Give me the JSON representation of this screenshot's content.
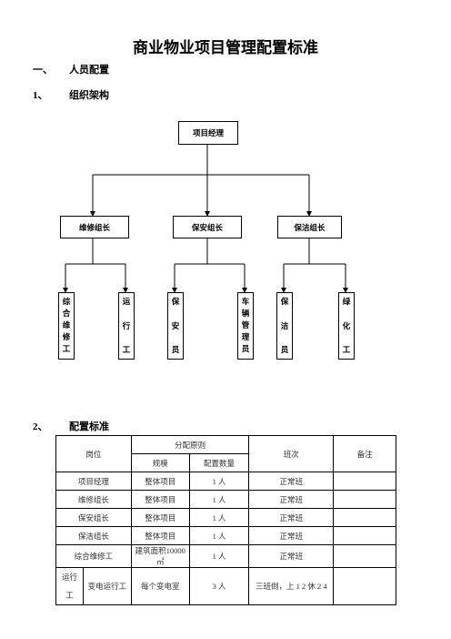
{
  "title": "商业物业项目管理配置标准",
  "section1": {
    "num": "一、",
    "label": "人员配置"
  },
  "section1_1": {
    "num": "1、",
    "label": "组织架构"
  },
  "section1_2": {
    "num": "2、",
    "label": "配置标准"
  },
  "org": {
    "top": "项目经理",
    "groups": [
      "维修组长",
      "保安组长",
      "保洁组长"
    ],
    "staff": [
      [
        "综",
        "合",
        "维",
        "修",
        "工"
      ],
      [
        "运",
        "行",
        "工"
      ],
      [
        "保",
        "安",
        "员"
      ],
      [
        "车",
        "辆",
        "管",
        "理",
        "员"
      ],
      [
        "保",
        "洁",
        "员"
      ],
      [
        "绿",
        "化",
        "工"
      ]
    ]
  },
  "table": {
    "headers": {
      "position": "岗位",
      "allocation": "分配原则",
      "scale": "规模",
      "quantity": "配置数量",
      "shift": "班次",
      "remark": "备注"
    },
    "rows": [
      {
        "position": "项目经理",
        "scale": "整体项目",
        "quantity": "1 人",
        "shift": "正常班",
        "remark": ""
      },
      {
        "position": "维修组长",
        "scale": "整体项目",
        "quantity": "1 人",
        "shift": "正常班",
        "remark": ""
      },
      {
        "position": "保安组长",
        "scale": "整体项目",
        "quantity": "1 人",
        "shift": "正常班",
        "remark": ""
      },
      {
        "position": "保洁组长",
        "scale": "整体项目",
        "quantity": "1 人",
        "shift": "正常班",
        "remark": ""
      },
      {
        "position": "综合维修工",
        "scale": "建筑面积10000㎡",
        "quantity": "1 人",
        "shift": "正常班",
        "remark": ""
      }
    ],
    "last_row": {
      "position_a": "运行工",
      "position_b": "变电运行工",
      "scale": "每个变电室",
      "quantity": "3 人",
      "shift": "三班倒，上 1 2 休 2 4",
      "remark": ""
    }
  }
}
